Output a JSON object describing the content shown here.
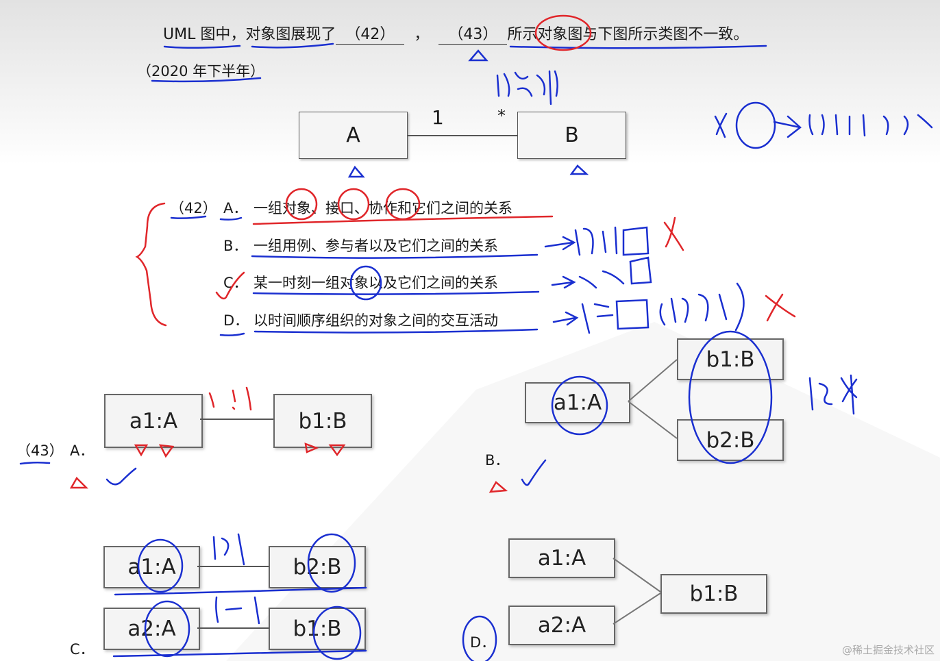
{
  "question": {
    "prefix": "UML 图中，对象图展现了",
    "blank1": "（42）",
    "sep": "，",
    "blank2": "（43）",
    "suffix": "所示对象图与下图所示类图不一致。",
    "year": "（2020 年下半年）"
  },
  "class_diagram": {
    "class_a": "A",
    "class_b": "B",
    "mult_a": "1",
    "mult_b": "*"
  },
  "q42": {
    "number": "（42）",
    "options": [
      {
        "label": "A．",
        "text": "一组对象、接口、协作和它们之间的关系"
      },
      {
        "label": "B．",
        "text": "一组用例、参与者以及它们之间的关系"
      },
      {
        "label": "C．",
        "text": "某一时刻一组对象以及它们之间的关系"
      },
      {
        "label": "D．",
        "text": "以时间顺序组织的对象之间的交互活动"
      }
    ]
  },
  "q43": {
    "number": "（43）",
    "a": {
      "label": "A．",
      "left": "a1:A",
      "right": "b1:B"
    },
    "b": {
      "label": "B．",
      "left": "a1:A",
      "right_top": "b1:B",
      "right_bottom": "b2:B"
    },
    "c": {
      "label": "C．",
      "row1_left": "a1:A",
      "row1_right": "b2:B",
      "row2_left": "a2:A",
      "row2_right": "b1:B"
    },
    "d": {
      "label": "D．",
      "left_top": "a1:A",
      "left_bottom": "a2:A",
      "right": "b1:B"
    }
  },
  "watermark": "@稀土掘金技术社区",
  "colors": {
    "annotation_blue": "#1a2fd0",
    "annotation_red": "#e0262a"
  }
}
